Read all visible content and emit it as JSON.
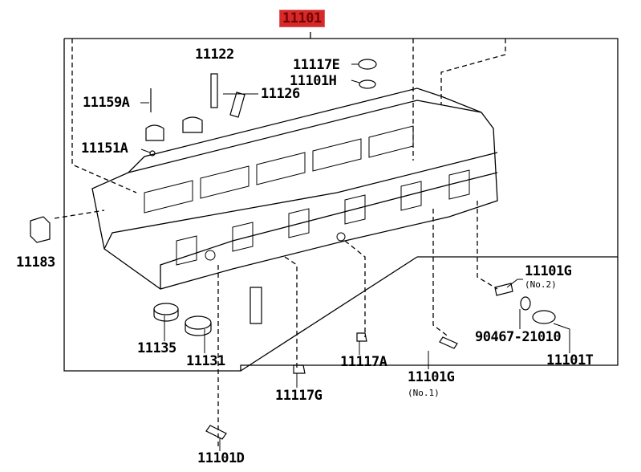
{
  "diagram": {
    "highlight_color": "#d42a2a",
    "main_part": "11101",
    "callouts": {
      "c11122": "11122",
      "c11117E": "11117E",
      "c11101H": "11101H",
      "c11159A": "11159A",
      "c11126": "11126",
      "c11151A": "11151A",
      "c11183": "11183",
      "c11135": "11135",
      "c11131": "11131",
      "c11117A": "11117A",
      "c11101G_1": "11101G",
      "c11101G_1_note": "(No.1)",
      "c11117G": "11117G",
      "c11101D": "11101D",
      "c11101G_2": "11101G",
      "c11101G_2_note": "(No.2)",
      "c90467": "90467-21010",
      "c11101T": "11101T"
    }
  }
}
